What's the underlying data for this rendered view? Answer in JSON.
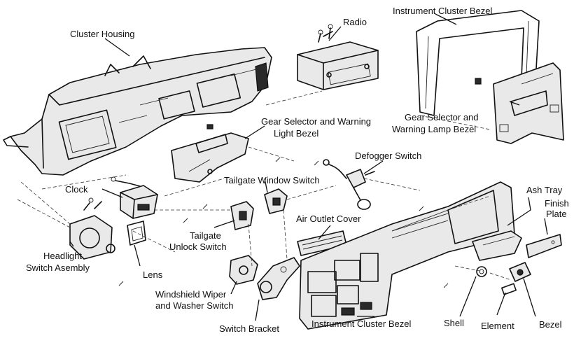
{
  "labels": {
    "cluster_housing": "Cluster Housing",
    "radio": "Radio",
    "instrument_cluster_bezel_top": "Instrument Cluster Bezel",
    "gear_selector_warning_light_bezel_1": "Gear Selector and Warning",
    "gear_selector_warning_light_bezel_2": "Light Bezel",
    "gear_selector_warning_lamp_bezel_1": "Gear Selector and",
    "gear_selector_warning_lamp_bezel_2": "Warning Lamp Bezel",
    "defogger_switch": "Defogger Switch",
    "tailgate_window_switch": "Tailgate Window Switch",
    "clock": "Clock",
    "ash_tray": "Ash Tray",
    "finish_plate_1": "Finish",
    "finish_plate_2": "Plate",
    "tailgate_unlock_switch_1": "Tailgate",
    "tailgate_unlock_switch_2": "Unlock Switch",
    "air_outlet_cover": "Air Outlet Cover",
    "headlight_switch_1": "Headlight",
    "headlight_switch_2": "Switch Asembly",
    "lens": "Lens",
    "windshield_wiper_1": "Windshield Wiper",
    "windshield_wiper_2": "and Washer Switch",
    "shell": "Shell",
    "element": "Element",
    "bezel": "Bezel",
    "switch_bracket": "Switch Bracket",
    "instrument_cluster_bezel_bottom": "Instrument Cluster Bezel"
  }
}
